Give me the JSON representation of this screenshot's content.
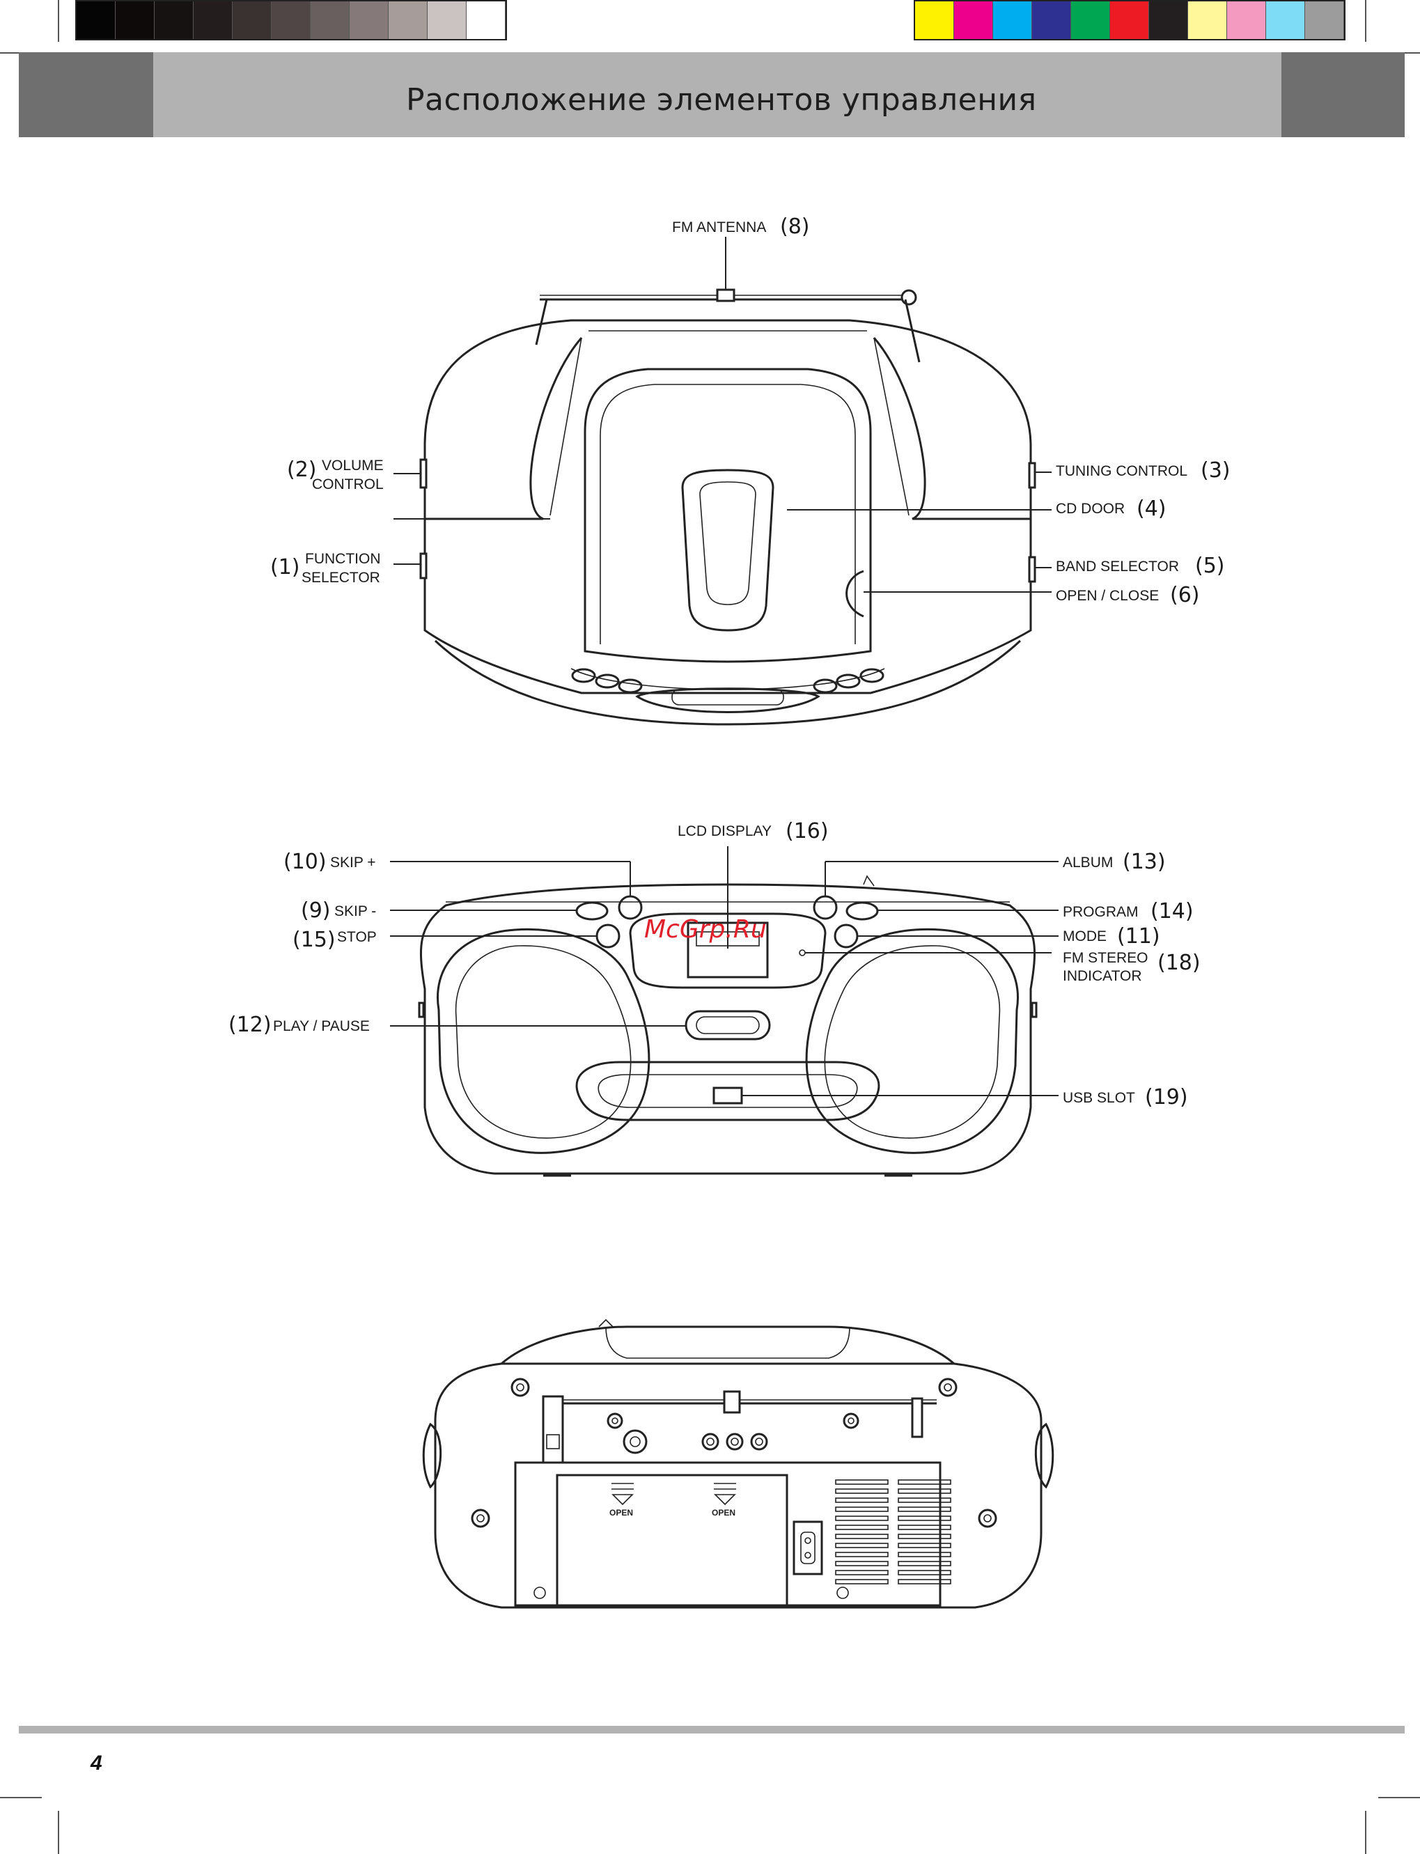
{
  "page": {
    "title": "Расположение элементов управления",
    "page_number": "4",
    "watermark": "McGrp.Ru"
  },
  "colors": {
    "header_band": "#b2b2b2",
    "header_dark": "#6f6f6f",
    "grayscale_swatches": [
      "#050505",
      "#0e0a0a",
      "#161212",
      "#231d1d",
      "#3a3131",
      "#514646",
      "#6a5f5f",
      "#857a79",
      "#a69c9a",
      "#cbc3c2",
      "#ffffff"
    ],
    "color_swatches": [
      "#fff200",
      "#ec008c",
      "#00aeef",
      "#2e3192",
      "#00a651",
      "#ed1c24",
      "#231f20",
      "#fff799",
      "#f49ac1",
      "#7fdcf7",
      "#9c9c9c"
    ]
  },
  "top_view": {
    "fm_antenna": {
      "label": "FM ANTENNA",
      "num": "(8)"
    },
    "volume_control": {
      "num": "(2)",
      "label_1": "VOLUME",
      "label_2": "CONTROL"
    },
    "function_selector": {
      "num": "(1)",
      "label_1": "FUNCTION",
      "label_2": "SELECTOR"
    },
    "tuning_control": {
      "label": "TUNING CONTROL",
      "num": "(3)"
    },
    "cd_door": {
      "label": "CD DOOR",
      "num": "(4)"
    },
    "band_selector": {
      "label": "BAND SELECTOR",
      "num": "(5)"
    },
    "open_close": {
      "label": "OPEN / CLOSE",
      "num": "(6)"
    }
  },
  "front_view": {
    "lcd_display": {
      "label": "LCD DISPLAY",
      "num": "(16)"
    },
    "skip_plus": {
      "num": "(10)",
      "label": "SKIP +"
    },
    "skip_minus": {
      "num": "(9)",
      "label": "SKIP -"
    },
    "stop": {
      "num": "(15)",
      "label": "STOP"
    },
    "play_pause": {
      "num": "(12)",
      "label": "PLAY / PAUSE"
    },
    "album": {
      "label": "ALBUM",
      "num": "(13)"
    },
    "program": {
      "label": "PROGRAM",
      "num": "(14)"
    },
    "mode": {
      "label": "MODE",
      "num": "(11)"
    },
    "fm_stereo_indicator": {
      "label_1": "FM STEREO",
      "label_2": "INDICATOR",
      "num": "(18)"
    },
    "usb_slot": {
      "label": "USB SLOT",
      "num": "(19)"
    }
  },
  "rear_view": {
    "battery_open_1": "OPEN",
    "battery_open_2": "OPEN"
  }
}
